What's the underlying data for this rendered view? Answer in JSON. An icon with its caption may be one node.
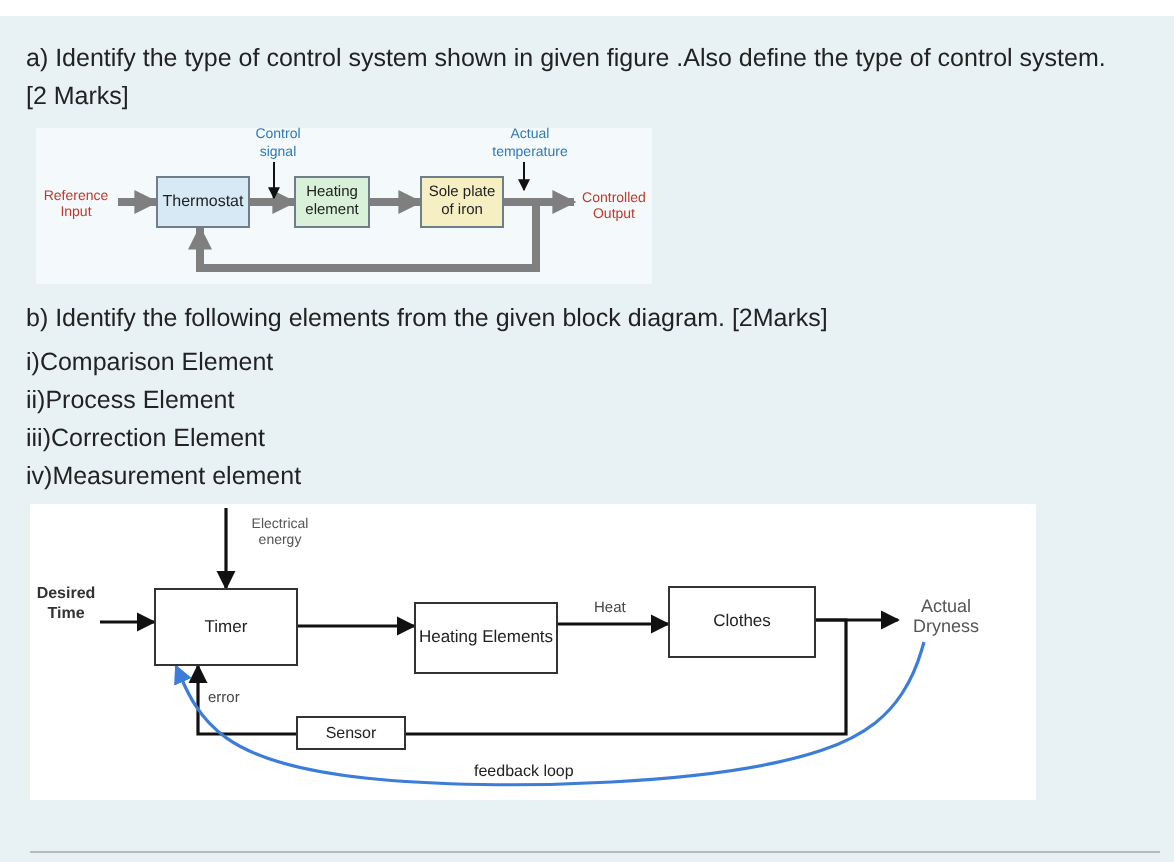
{
  "diagram": {
    "nodes": [
      {
        "text": [
          "Control signal"
        ]
      },
      {
        "text": [
          "Actual temperature"
        ]
      },
      {
        "text": [
          "Reference Input"
        ]
      },
      {
        "text": [
          "Thermostat"
        ]
      },
      {
        "text": [
          "Heating element"
        ]
      },
      {
        "text": [
          "Sole plate of iron"
        ]
      },
      {
        "text": [
          "Controlled Output"
        ]
      },
      {
        "text": [
          "Desired Time"
        ]
      },
      {
        "text": [
          "Timer"
        ]
      },
      {
        "text": [
          "Heating Elements"
        ]
      },
      {
        "text": [
          "Clothes"
        ]
      },
      {
        "text": [
          "Actual Dryness"
        ]
      },
      {
        "text": [
          "Sensor"
        ]
      }
    ],
    "edges": [
      {
        "from": 2,
        "to": 3,
        "arrow": "to",
        "style": "thick",
        "color": "#7f7f7f"
      },
      {
        "from": 3,
        "to": 4,
        "arrow": "to",
        "style": "thick",
        "color": "#7f7f7f"
      },
      {
        "from": 4,
        "to": 5,
        "arrow": "to",
        "style": "thick",
        "color": "#7f7f7f"
      },
      {
        "from": 5,
        "to": 6,
        "arrow": "to",
        "style": "thick",
        "color": "#7f7f7f"
      },
      {
        "from": 5,
        "to": 3,
        "arrow": "to",
        "style": "thick",
        "color": "#7f7f7f"
      },
      {
        "from": 0,
        "to": null,
        "arrow": "to"
      },
      {
        "from": 1,
        "to": null,
        "arrow": "to"
      },
      {
        "from": 7,
        "to": 8,
        "arrow": "to"
      },
      {
        "from": null,
        "to": 8,
        "arrow": "to"
      },
      {
        "from": 8,
        "to": 9,
        "arrow": "to"
      },
      {
        "from": 9,
        "to": 10,
        "arrow": "to",
        "label": "Heat"
      },
      {
        "from": 10,
        "to": 11,
        "arrow": "to"
      },
      {
        "from": 10,
        "to": 12,
        "arrow": "none"
      },
      {
        "from": 12,
        "to": 8,
        "arrow": "to",
        "label": "error"
      },
      {
        "from": 11,
        "to": 8,
        "arrow": "to",
        "label": "feedback loop",
        "color": "#3b7dd8"
      }
    ],
    "labels": [
      "a) Identify the type of control system shown in given figure .Also define the type of control system.[2 Marks]",
      "b) Identify the following elements from the given block diagram.  [2Marks]",
      "i)Comparison Element",
      "ii)Process Element",
      "iii)Correction Element",
      "iv)Measurement element",
      "Electrical energy"
    ]
  }
}
